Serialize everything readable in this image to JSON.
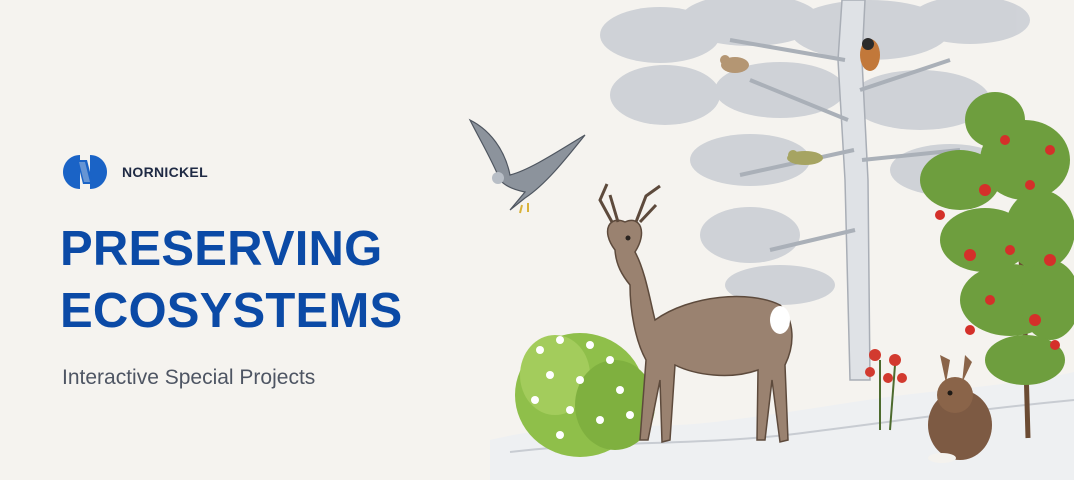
{
  "brand": {
    "name": "NORNICKEL",
    "logo_icon": "nornickel-logo-icon"
  },
  "hero": {
    "title_line1": "PRESERVING",
    "title_line2": "ECOSYSTEMS",
    "subtitle": "Interactive Special Projects"
  },
  "illustration": {
    "elements": [
      "pine-tree",
      "rowan-tree",
      "deer",
      "harrier-bird",
      "small-birds",
      "hare",
      "flowering-shrub",
      "red-flowers",
      "snow-ground"
    ]
  },
  "colors": {
    "background": "#f5f3ef",
    "title": "#0b4aa6",
    "subtitle": "#4e5563",
    "brand_text": "#1f2a44",
    "logo": "#1a63c6"
  }
}
